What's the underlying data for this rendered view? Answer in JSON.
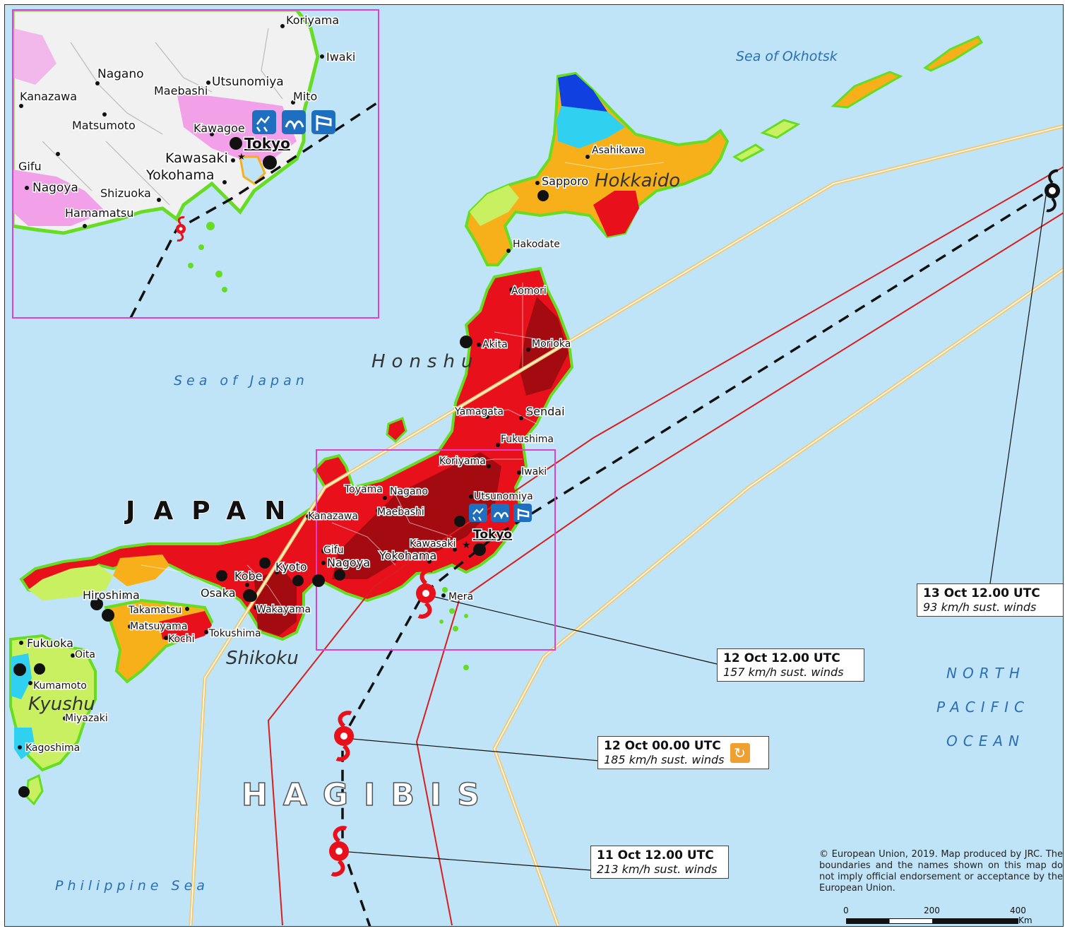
{
  "seas": {
    "okhotsk": "Sea of Okhotsk",
    "japan": "Sea of Japan",
    "philippine": "Philippine Sea"
  },
  "ocean": [
    "NORTH",
    "PACIFIC",
    "OCEAN"
  ],
  "regions": {
    "hokkaido": "Hokkaido",
    "honshu": "Honshu",
    "shikoku": "Shikoku",
    "kyushu": "Kyushu"
  },
  "country": "JAPAN",
  "storm_name": "HAGIBIS",
  "cities": {
    "asahikawa": "Asahikawa",
    "sapporo": "Sapporo",
    "hakodate": "Hakodate",
    "aomori": "Aomori",
    "akita": "Akita",
    "morioka": "Morioka",
    "yamagata": "Yamagata",
    "sendai": "Sendai",
    "fukushima": "Fukushima",
    "koriyama": "Koriyama",
    "iwaki": "Iwaki",
    "toyama": "Toyama",
    "nagano": "Nagano",
    "utsunomiya": "Utsunomiya",
    "maebashi": "Maebashi",
    "kanazawa": "Kanazawa",
    "tokyo": "Tokyo",
    "kawasaki": "Kawasaki",
    "yokohama": "Yokohama",
    "gifu": "Gifu",
    "nagoya": "Nagoya",
    "kyoto": "Kyoto",
    "kobe": "Kobe",
    "osaka": "Osaka",
    "wakayama": "Wakayama",
    "hiroshima": "Hiroshima",
    "takamatsu": "Takamatsu",
    "matsuyama": "Matsuyama",
    "kochi": "Kochi",
    "tokushima": "Tokushima",
    "fukuoka": "Fukuoka",
    "oita": "Oita",
    "kumamoto": "Kumamoto",
    "miyazaki": "Miyazaki",
    "kagoshima": "Kagoshima",
    "mera": "Mera"
  },
  "inset_cities": {
    "koriyama": "Koriyama",
    "iwaki": "Iwaki",
    "nagano": "Nagano",
    "utsunomiya": "Utsunomiya",
    "kanazawa": "Kanazawa",
    "maebashi": "Maebashi",
    "mito": "Mito",
    "matsumoto": "Matsumoto",
    "kawagoe": "Kawagoe",
    "tokyo": "Tokyo",
    "kawasaki": "Kawasaki",
    "yokohama": "Yokohama",
    "gifu": "Gifu",
    "nagoya": "Nagoya",
    "shizuoka": "Shizuoka",
    "hamamatsu": "Hamamatsu"
  },
  "track_points": [
    {
      "time": "13 Oct 12.00 UTC",
      "winds": "93 km/h sust. winds"
    },
    {
      "time": "12 Oct 12.00 UTC",
      "winds": "157 km/h sust. winds"
    },
    {
      "time": "12 Oct 00.00 UTC",
      "winds": "185 km/h sust. winds"
    },
    {
      "time": "11 Oct 12.00 UTC",
      "winds": "213 km/h sust. winds"
    }
  ],
  "credits": "© European Union, 2019. Map produced by JRC. The boundaries and the names shown on this map do not imply official endorsement or acceptance by the European Union.",
  "scale": {
    "ticks": [
      "0",
      "200",
      "400"
    ],
    "unit": "Km"
  },
  "colors": {
    "sea": "#bfe3f7",
    "land": "#f1f1f1",
    "coast": "#66dd22",
    "red": "#e8101a",
    "darkred": "#a30b10",
    "orange": "#f7b01a",
    "yellowgreen": "#c8f060",
    "cyan": "#30d0f0",
    "blue": "#1040e0",
    "track": "#111111",
    "inset_border": "#e040d0",
    "cone_red": "#d81e1e",
    "cone_yellow": "#f4c76a",
    "pink_urban": "#f2a0e8"
  }
}
